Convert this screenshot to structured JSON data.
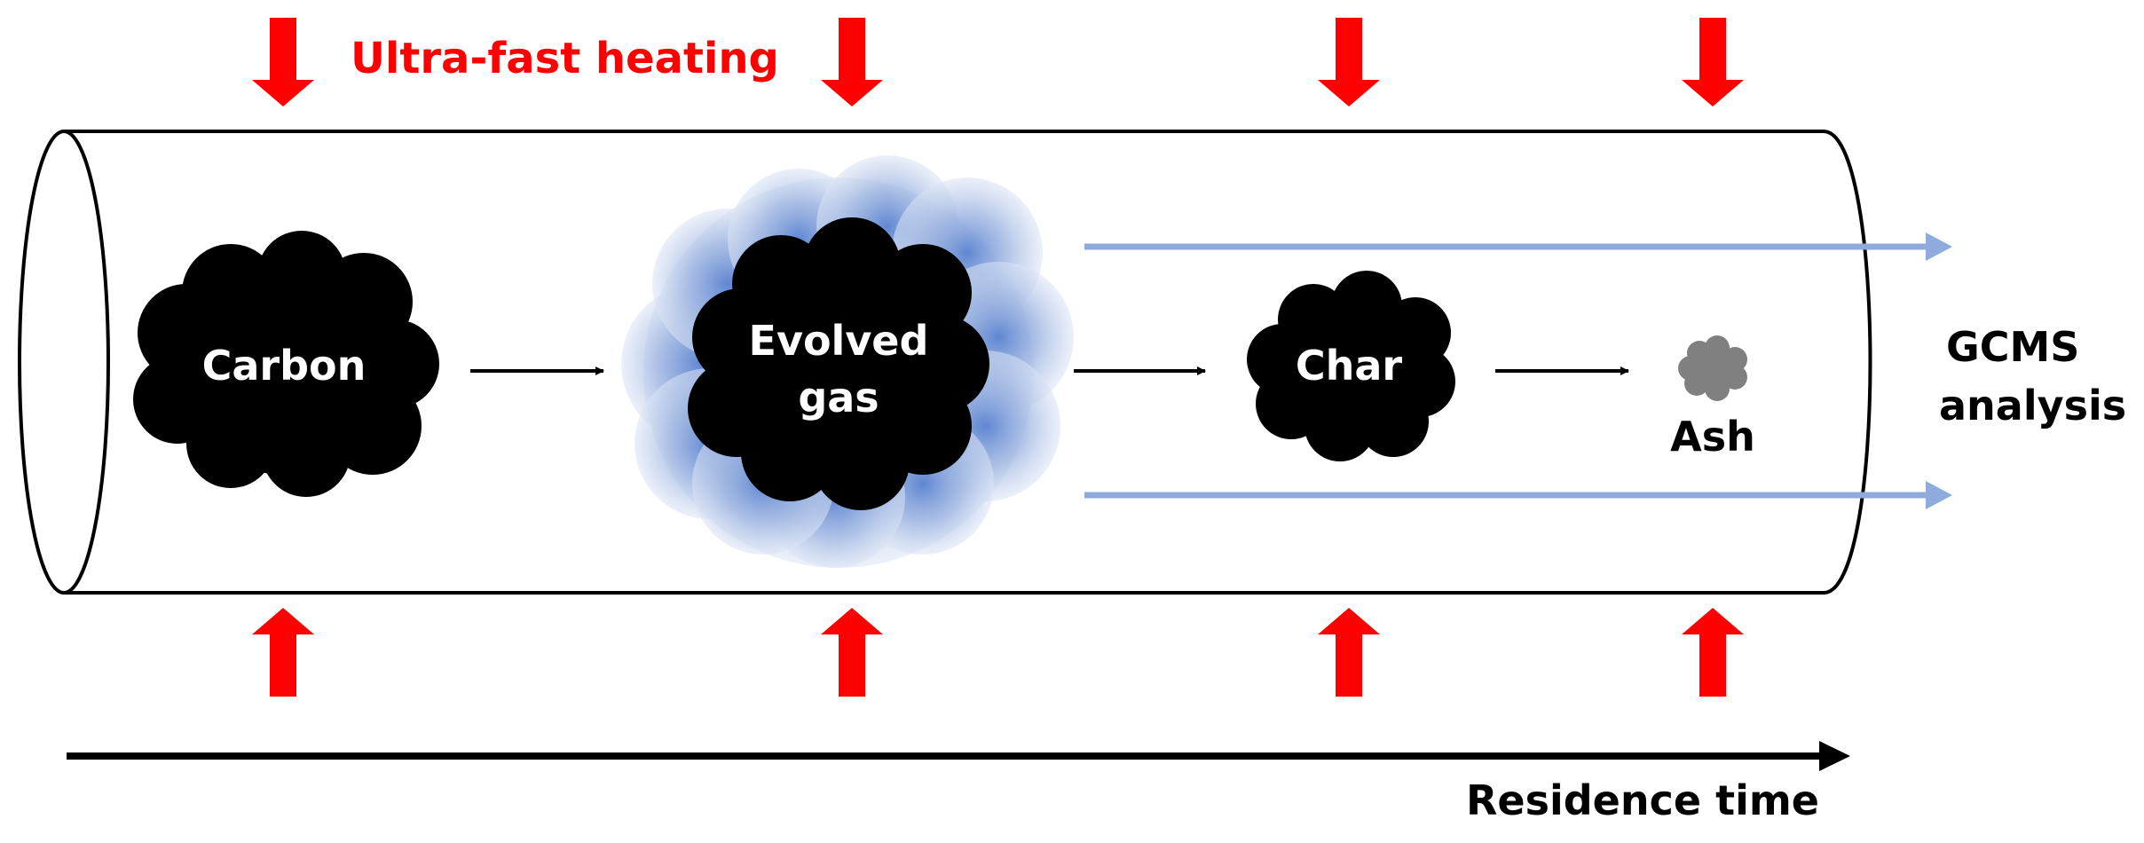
{
  "heating_label": "Ultra-fast heating",
  "stages": {
    "carbon": "Carbon",
    "evolved_gas_line1": "Evolved",
    "evolved_gas_line2": "gas",
    "char": "Char",
    "ash": "Ash"
  },
  "outlet": {
    "line1": "GCMS",
    "line2": "analysis"
  },
  "time_axis_label": "Residence time",
  "colors": {
    "heating_arrow": "#ff0000",
    "particle": "#000000",
    "ash": "#808080",
    "gas_glow": "#8faadc",
    "gas_flow_arrow": "#8faadc"
  }
}
